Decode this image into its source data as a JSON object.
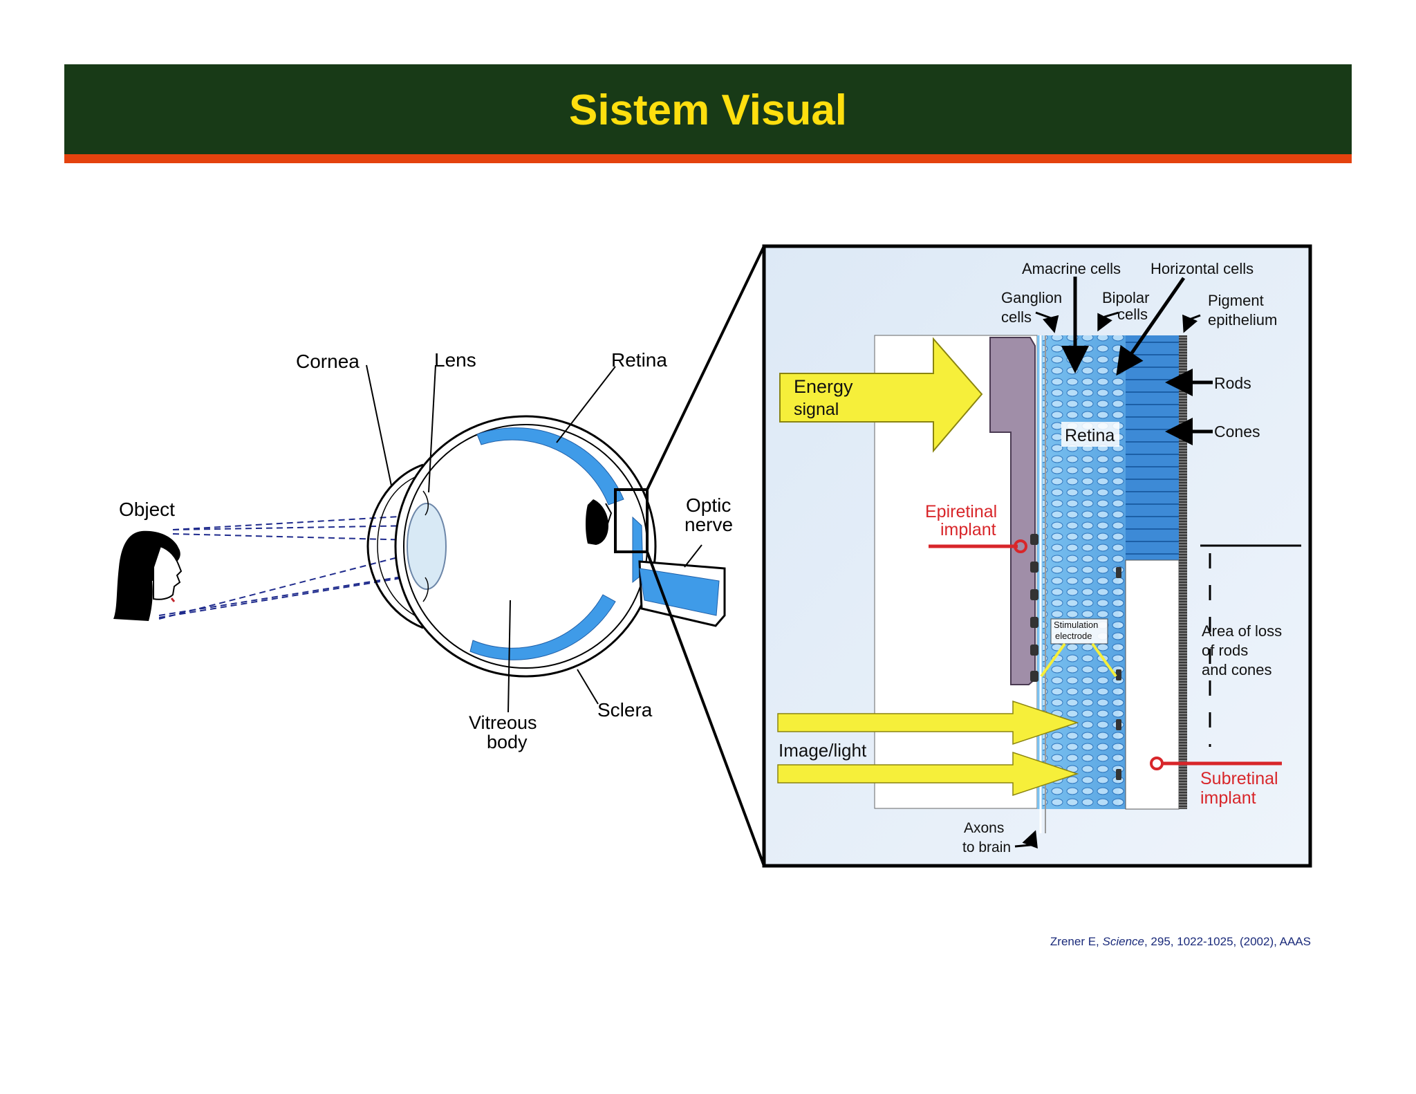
{
  "slide": {
    "title": "Sistem Visual",
    "colors": {
      "header_bg": "#183a17",
      "header_rule": "#e4420e",
      "title": "#ffdf0f"
    }
  },
  "eye_diagram": {
    "labels": {
      "object": "Object",
      "cornea": "Cornea",
      "lens": "Lens",
      "retina": "Retina",
      "optic_nerve_1": "Optic",
      "optic_nerve_2": "nerve",
      "vitreous_1": "Vitreous",
      "vitreous_2": "body",
      "sclera": "Sclera"
    },
    "colors": {
      "retina": "#3f9be8",
      "lens": "#d8e9f5",
      "rays": "#1e2a8c"
    }
  },
  "retina_detail": {
    "labels": {
      "amacrine": "Amacrine cells",
      "horizontal": "Horizontal cells",
      "ganglion_1": "Ganglion",
      "ganglion_2": "cells",
      "bipolar_1": "Bipolar",
      "bipolar_2": "cells",
      "pigment_1": "Pigment",
      "pigment_2": "epithelium",
      "rods": "Rods",
      "cones": "Cones",
      "retina": "Retina",
      "energy_1": "Energy",
      "energy_2": "signal",
      "epiretinal_1": "Epiretinal",
      "epiretinal_2": "implant",
      "stim_1": "Stimulation",
      "stim_2": "electrode",
      "area_1": "Area of loss",
      "area_2": "of rods",
      "area_3": "and cones",
      "image_light": "Image/light",
      "subretinal_1": "Subretinal",
      "subretinal_2": "implant",
      "axons_1": "Axons",
      "axons_2": "to brain"
    },
    "colors": {
      "background": "#e6f0f9",
      "retina": "#4aa0e2",
      "implant": "#a08ea8",
      "energy": "#f6ef3a",
      "red": "#d8262a"
    }
  },
  "citation": {
    "author": "Zrener E, ",
    "journal": "Science",
    "details": ", 295, 1022-1025, (2002), AAAS"
  }
}
